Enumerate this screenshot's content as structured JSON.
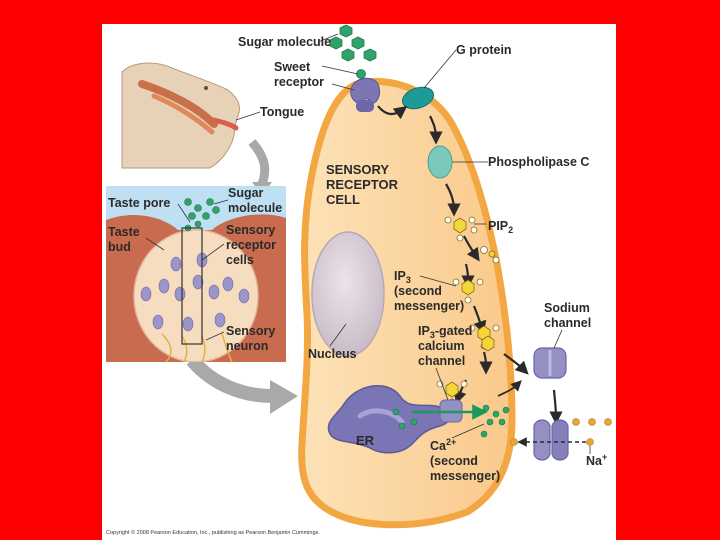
{
  "labels": {
    "sugar_molecule": "Sugar molecule",
    "sweet_receptor_1": "Sweet",
    "sweet_receptor_2": "receptor",
    "tongue": "Tongue",
    "g_protein": "G protein",
    "sensory_receptor_cell_1": "SENSORY",
    "sensory_receptor_cell_2": "RECEPTOR",
    "sensory_receptor_cell_3": "CELL",
    "phospholipase_c": "Phospholipase C",
    "pip2_base": "PIP",
    "pip2_sub": "2",
    "ip3_base": "IP",
    "ip3_sub": "3",
    "ip3_line2": "(second",
    "ip3_line3": "messenger)",
    "ip3_gated_base": "IP",
    "ip3_gated_sub": "3",
    "ip3_gated_rest": "-gated",
    "ip3_gated_line2": "calcium",
    "ip3_gated_line3": "channel",
    "nucleus": "Nucleus",
    "sodium_channel_1": "Sodium",
    "sodium_channel_2": "channel",
    "er": "ER",
    "ca_base": "Ca",
    "ca_sup": "2+",
    "ca_line2": "(second",
    "ca_line3": "messenger)",
    "na_base": "Na",
    "na_sup": "+",
    "inset_taste_pore": "Taste pore",
    "inset_sugar_1": "Sugar",
    "inset_sugar_2": "molecule",
    "inset_taste_1": "Taste",
    "inset_taste_2": "bud",
    "inset_sensory_1": "Sensory",
    "inset_sensory_2": "receptor",
    "inset_sensory_3": "cells",
    "inset_neuron_1": "Sensory",
    "inset_neuron_2": "neuron",
    "copyright": "Copyright © 2008 Pearson Education, Inc., publishing as Pearson Benjamin Cummings."
  },
  "colors": {
    "slide_background": "#ff0000",
    "cell_fill": "#fbd39b",
    "cell_border": "#f3a743",
    "receptor": "#7d76b3",
    "g_protein": "#1d9c97",
    "phospholipase": "#79c9bc",
    "sugar": "#2fa36a",
    "ip3": "#f4d63a",
    "calcium": "#2fa36a",
    "sodium": "#e8a53a",
    "channel": "#9590c4",
    "er": "#7a75b4",
    "nucleus": "#d9cfd7",
    "tissue": "#c96b4f",
    "inset_sky": "#bfe0f2"
  }
}
